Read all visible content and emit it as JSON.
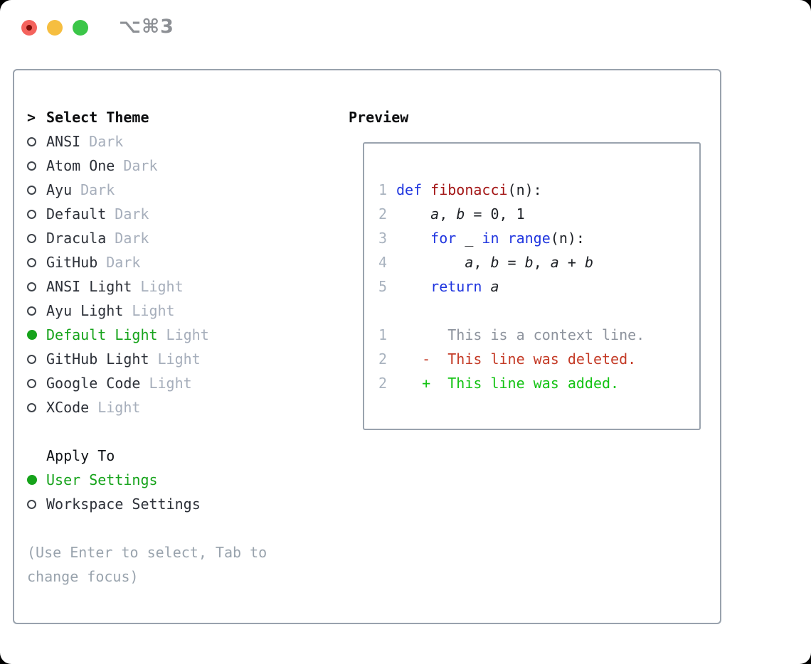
{
  "window": {
    "shortcut": "⌥⌘3",
    "buttons": [
      "close",
      "minimize",
      "zoom"
    ]
  },
  "theme_list": {
    "prompt": ">",
    "title": "Select Theme",
    "items": [
      {
        "name": "ANSI",
        "tag": "Dark",
        "selected": false
      },
      {
        "name": "Atom One",
        "tag": "Dark",
        "selected": false
      },
      {
        "name": "Ayu",
        "tag": "Dark",
        "selected": false
      },
      {
        "name": "Default",
        "tag": "Dark",
        "selected": false
      },
      {
        "name": "Dracula",
        "tag": "Dark",
        "selected": false
      },
      {
        "name": "GitHub",
        "tag": "Dark",
        "selected": false
      },
      {
        "name": "ANSI Light",
        "tag": "Light",
        "selected": false
      },
      {
        "name": "Ayu Light",
        "tag": "Light",
        "selected": false
      },
      {
        "name": "Default Light",
        "tag": "Light",
        "selected": true
      },
      {
        "name": "GitHub Light",
        "tag": "Light",
        "selected": false
      },
      {
        "name": "Google Code",
        "tag": "Light",
        "selected": false
      },
      {
        "name": "XCode",
        "tag": "Light",
        "selected": false
      }
    ]
  },
  "apply_to": {
    "title": "Apply To",
    "options": [
      {
        "label": "User Settings",
        "selected": true
      },
      {
        "label": "Workspace Settings",
        "selected": false
      }
    ]
  },
  "hint": {
    "line1": "(Use Enter to select, Tab to",
    "line2": "change focus)"
  },
  "preview": {
    "title": "Preview",
    "lines": [
      {
        "num": "1",
        "tokens": [
          {
            "t": "def",
            "c": "kw"
          },
          {
            "t": " ",
            "c": "plain"
          },
          {
            "t": "fibonacci",
            "c": "fn"
          },
          {
            "t": "(n):",
            "c": "plain"
          }
        ]
      },
      {
        "num": "2",
        "tokens": [
          {
            "t": "    ",
            "c": "plain"
          },
          {
            "t": "a",
            "c": "var"
          },
          {
            "t": ", ",
            "c": "plain"
          },
          {
            "t": "b",
            "c": "var"
          },
          {
            "t": " = 0, 1",
            "c": "plain"
          }
        ]
      },
      {
        "num": "3",
        "tokens": [
          {
            "t": "    ",
            "c": "plain"
          },
          {
            "t": "for",
            "c": "kw"
          },
          {
            "t": " _ ",
            "c": "plain"
          },
          {
            "t": "in",
            "c": "kw"
          },
          {
            "t": " ",
            "c": "plain"
          },
          {
            "t": "range",
            "c": "kw"
          },
          {
            "t": "(n):",
            "c": "plain"
          }
        ]
      },
      {
        "num": "4",
        "tokens": [
          {
            "t": "        ",
            "c": "plain"
          },
          {
            "t": "a",
            "c": "var"
          },
          {
            "t": ", ",
            "c": "plain"
          },
          {
            "t": "b",
            "c": "var"
          },
          {
            "t": " = ",
            "c": "plain"
          },
          {
            "t": "b",
            "c": "var"
          },
          {
            "t": ", ",
            "c": "plain"
          },
          {
            "t": "a",
            "c": "var"
          },
          {
            "t": " + ",
            "c": "plain"
          },
          {
            "t": "b",
            "c": "var"
          }
        ]
      },
      {
        "num": "5",
        "tokens": [
          {
            "t": "    ",
            "c": "plain"
          },
          {
            "t": "return",
            "c": "kw"
          },
          {
            "t": " ",
            "c": "plain"
          },
          {
            "t": "a",
            "c": "var"
          }
        ]
      },
      {
        "num": "",
        "tokens": []
      },
      {
        "num": "1",
        "tokens": [
          {
            "t": "      This is a context line.",
            "c": "ctx"
          }
        ]
      },
      {
        "num": "2",
        "tokens": [
          {
            "t": "   -  This line was deleted.",
            "c": "del"
          }
        ]
      },
      {
        "num": "2",
        "tokens": [
          {
            "t": "   +  This line was added.",
            "c": "add"
          }
        ]
      }
    ]
  },
  "colors": {
    "selection_green": "#16a31b",
    "added_green": "#13c313",
    "deleted_red": "#c43a26",
    "keyword_blue": "#2036df",
    "function_red": "#a31515",
    "line_number_gray": "#a9b3bf",
    "tag_gray": "#a6aebb",
    "hint_gray": "#99a3ad",
    "panel_border": "#99a2ad",
    "traffic_red": "#f4635d",
    "traffic_yellow": "#f6be40",
    "traffic_green": "#3bc648"
  }
}
